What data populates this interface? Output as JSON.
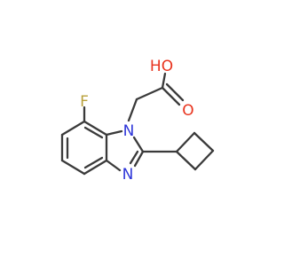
{
  "structure": {
    "atoms": {
      "hydroxyl": "HO",
      "carbonyl_oxygen": "O",
      "fluorine": "F",
      "ring_nitrogen_1": "N",
      "ring_nitrogen_2": "N"
    },
    "colors": {
      "bond": "#3a3a3a",
      "oxygen": "#e8331d",
      "fluorine": "#b8a03a",
      "nitrogen": "#2d35d9"
    }
  }
}
